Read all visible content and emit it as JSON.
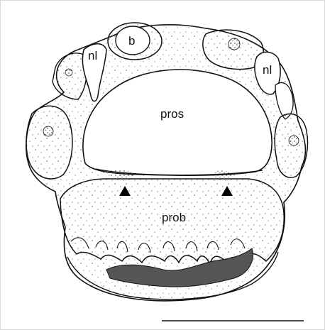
{
  "labels": {
    "b": "b",
    "nl_left": "nl",
    "nl_right": "nl",
    "pros": "pros",
    "prob": "prob"
  },
  "colors": {
    "stroke": "#111111",
    "fill": "#ffffff",
    "frame": "#d8d8d8",
    "stipple": "#222222",
    "dark_fill": "#555555"
  },
  "markers": {
    "arrowheads": 2,
    "arrowhead_icon": "triangle-up-icon"
  },
  "scale_bar": {
    "present": true
  }
}
